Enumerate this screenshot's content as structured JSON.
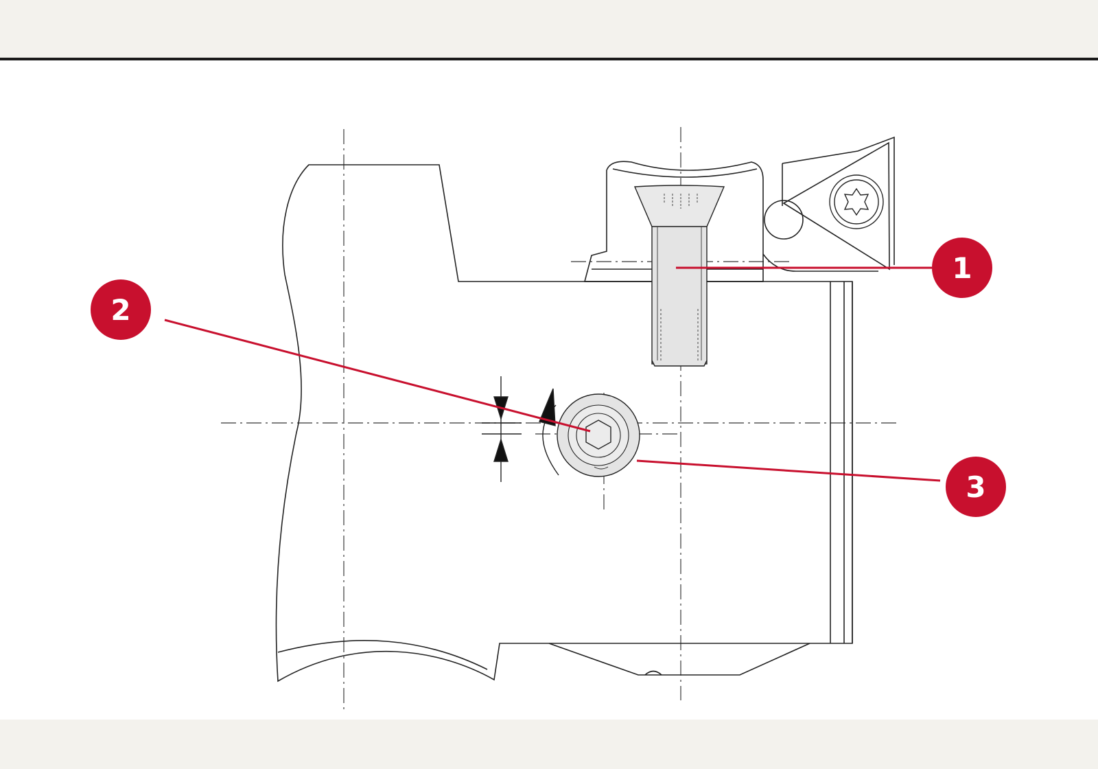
{
  "colors": {
    "accent": "#c8102e",
    "line": "#2a2a2a",
    "centerline": "#555555",
    "screw_fill": "#e4e4e4",
    "background": "#f3f2ed",
    "panel": "#ffffff"
  },
  "callouts": [
    {
      "id": "1",
      "label": "1"
    },
    {
      "id": "2",
      "label": "2"
    },
    {
      "id": "3",
      "label": "3"
    }
  ],
  "icons": [
    "torx-screw-head-icon",
    "hex-socket-icon"
  ]
}
